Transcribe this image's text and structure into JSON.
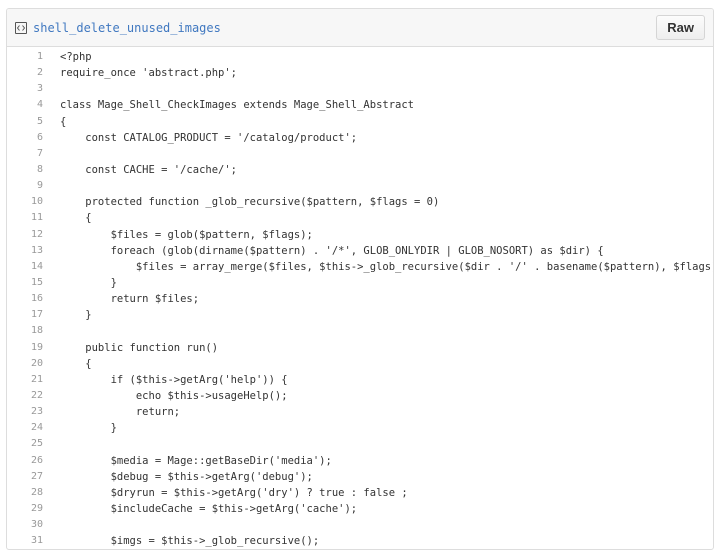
{
  "file": {
    "name": "shell_delete_unused_images",
    "icon": "code-file-icon",
    "raw_label": "Raw"
  },
  "code_lines": [
    {
      "n": "1",
      "text": "<?php"
    },
    {
      "n": "2",
      "text": "require_once 'abstract.php';"
    },
    {
      "n": "3",
      "text": ""
    },
    {
      "n": "4",
      "text": "class Mage_Shell_CheckImages extends Mage_Shell_Abstract"
    },
    {
      "n": "5",
      "text": "{"
    },
    {
      "n": "6",
      "text": "    const CATALOG_PRODUCT = '/catalog/product';"
    },
    {
      "n": "7",
      "text": ""
    },
    {
      "n": "8",
      "text": "    const CACHE = '/cache/';"
    },
    {
      "n": "9",
      "text": ""
    },
    {
      "n": "10",
      "text": "    protected function _glob_recursive($pattern, $flags = 0)"
    },
    {
      "n": "11",
      "text": "    {"
    },
    {
      "n": "12",
      "text": "        $files = glob($pattern, $flags);"
    },
    {
      "n": "13",
      "text": "        foreach (glob(dirname($pattern) . '/*', GLOB_ONLYDIR | GLOB_NOSORT) as $dir) {"
    },
    {
      "n": "14",
      "text": "            $files = array_merge($files, $this->_glob_recursive($dir . '/' . basename($pattern), $flags));"
    },
    {
      "n": "15",
      "text": "        }"
    },
    {
      "n": "16",
      "text": "        return $files;"
    },
    {
      "n": "17",
      "text": "    }"
    },
    {
      "n": "18",
      "text": ""
    },
    {
      "n": "19",
      "text": "    public function run()"
    },
    {
      "n": "20",
      "text": "    {"
    },
    {
      "n": "21",
      "text": "        if ($this->getArg('help')) {"
    },
    {
      "n": "22",
      "text": "            echo $this->usageHelp();"
    },
    {
      "n": "23",
      "text": "            return;"
    },
    {
      "n": "24",
      "text": "        }"
    },
    {
      "n": "25",
      "text": ""
    },
    {
      "n": "26",
      "text": "        $media = Mage::getBaseDir('media');"
    },
    {
      "n": "27",
      "text": "        $debug = $this->getArg('debug');"
    },
    {
      "n": "28",
      "text": "        $dryrun = $this->getArg('dry') ? true : false ;"
    },
    {
      "n": "29",
      "text": "        $includeCache = $this->getArg('cache');"
    },
    {
      "n": "30",
      "text": ""
    },
    {
      "n": "31",
      "text": "        $imgs = $this->_glob_recursive();"
    }
  ]
}
